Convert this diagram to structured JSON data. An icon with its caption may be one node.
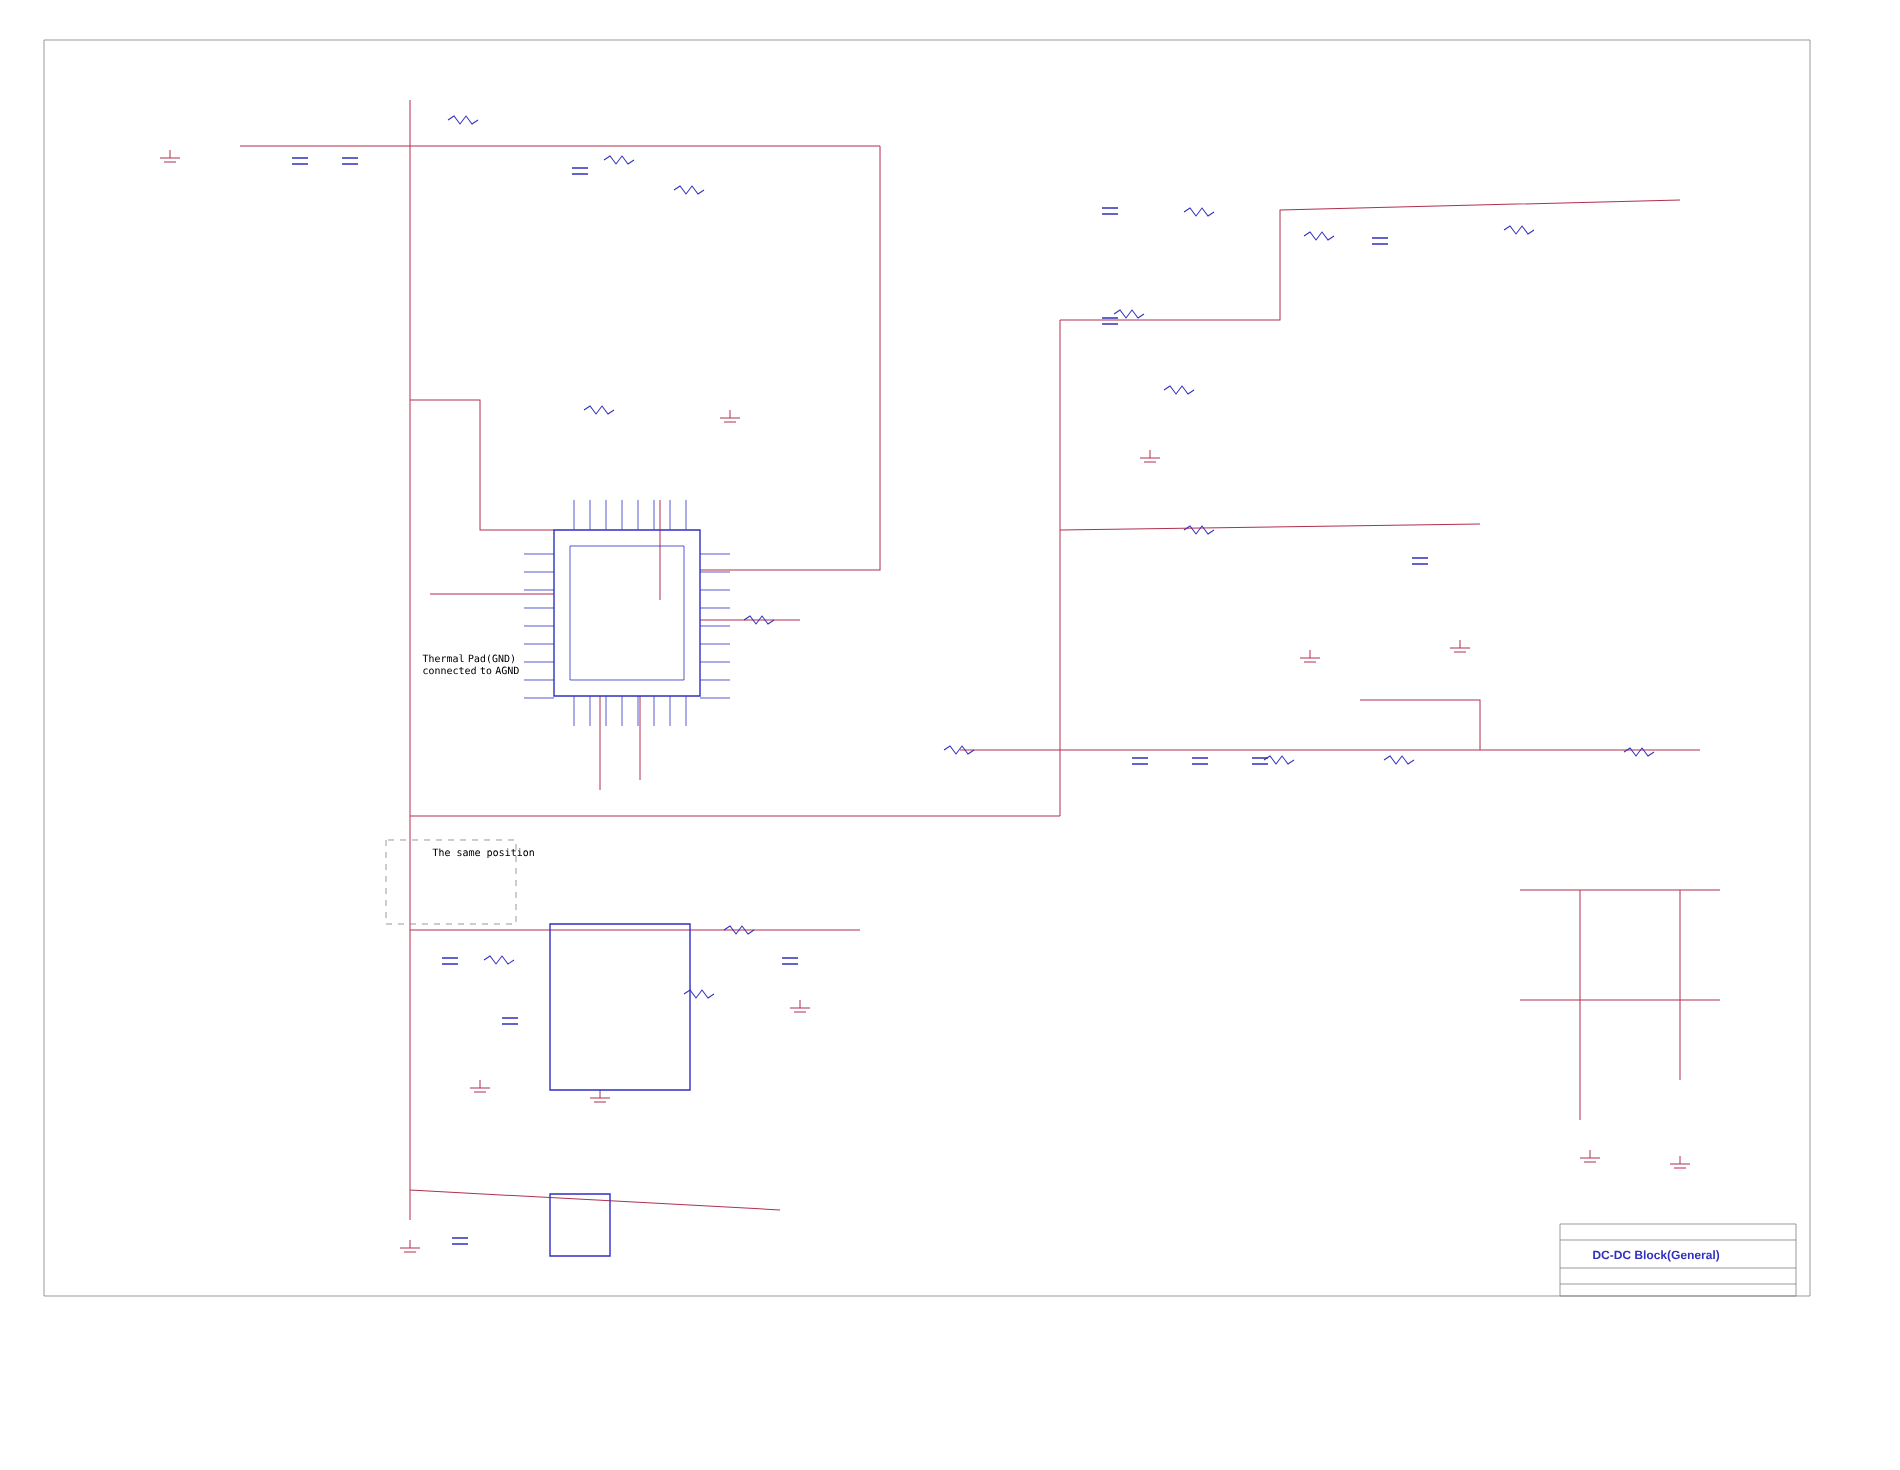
{
  "diagram": {
    "title": "DC-DC Block(General)",
    "nodes": [
      {
        "text": [],
        "shape": "box"
      },
      {
        "text": [
          "The same position"
        ]
      },
      {
        "text": [],
        "shape": "box"
      },
      {
        "text": [],
        "shape": "box"
      }
    ],
    "edges": [],
    "labels": [
      "Thermal Pad(GND) connected to AGND"
    ]
  }
}
